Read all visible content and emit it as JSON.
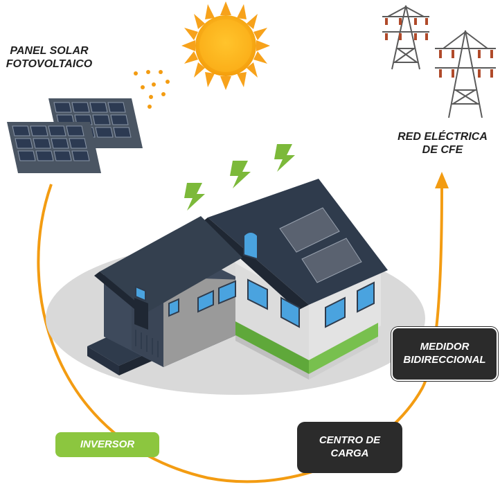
{
  "labels": {
    "panel_solar": [
      "PANEL SOLAR",
      "FOTOVOLTAICO"
    ],
    "red_electrica": [
      "RED ELÉCTRICA",
      "DE CFE"
    ],
    "medidor": [
      "MEDIDOR",
      "BIDIRECCIONAL"
    ],
    "centro_carga": [
      "CENTRO DE",
      "CARGA"
    ],
    "inversor": "INVERSOR"
  },
  "colors": {
    "flow_arrow": "#f39c12",
    "inversor_box": "#8cc63f",
    "dark_box": "#2b2b2b",
    "sun": "#f7a21b",
    "roof": "#2f3b4c",
    "house_wall": "#e8e8e8",
    "ground_ellipse": "#d9d9d9",
    "lightning": "#7cb93a"
  },
  "icons": [
    "sun-icon",
    "solar-panel-icon",
    "transmission-tower-icon",
    "house-illustration",
    "lightning-bolt-icon",
    "arrow-up-icon"
  ]
}
